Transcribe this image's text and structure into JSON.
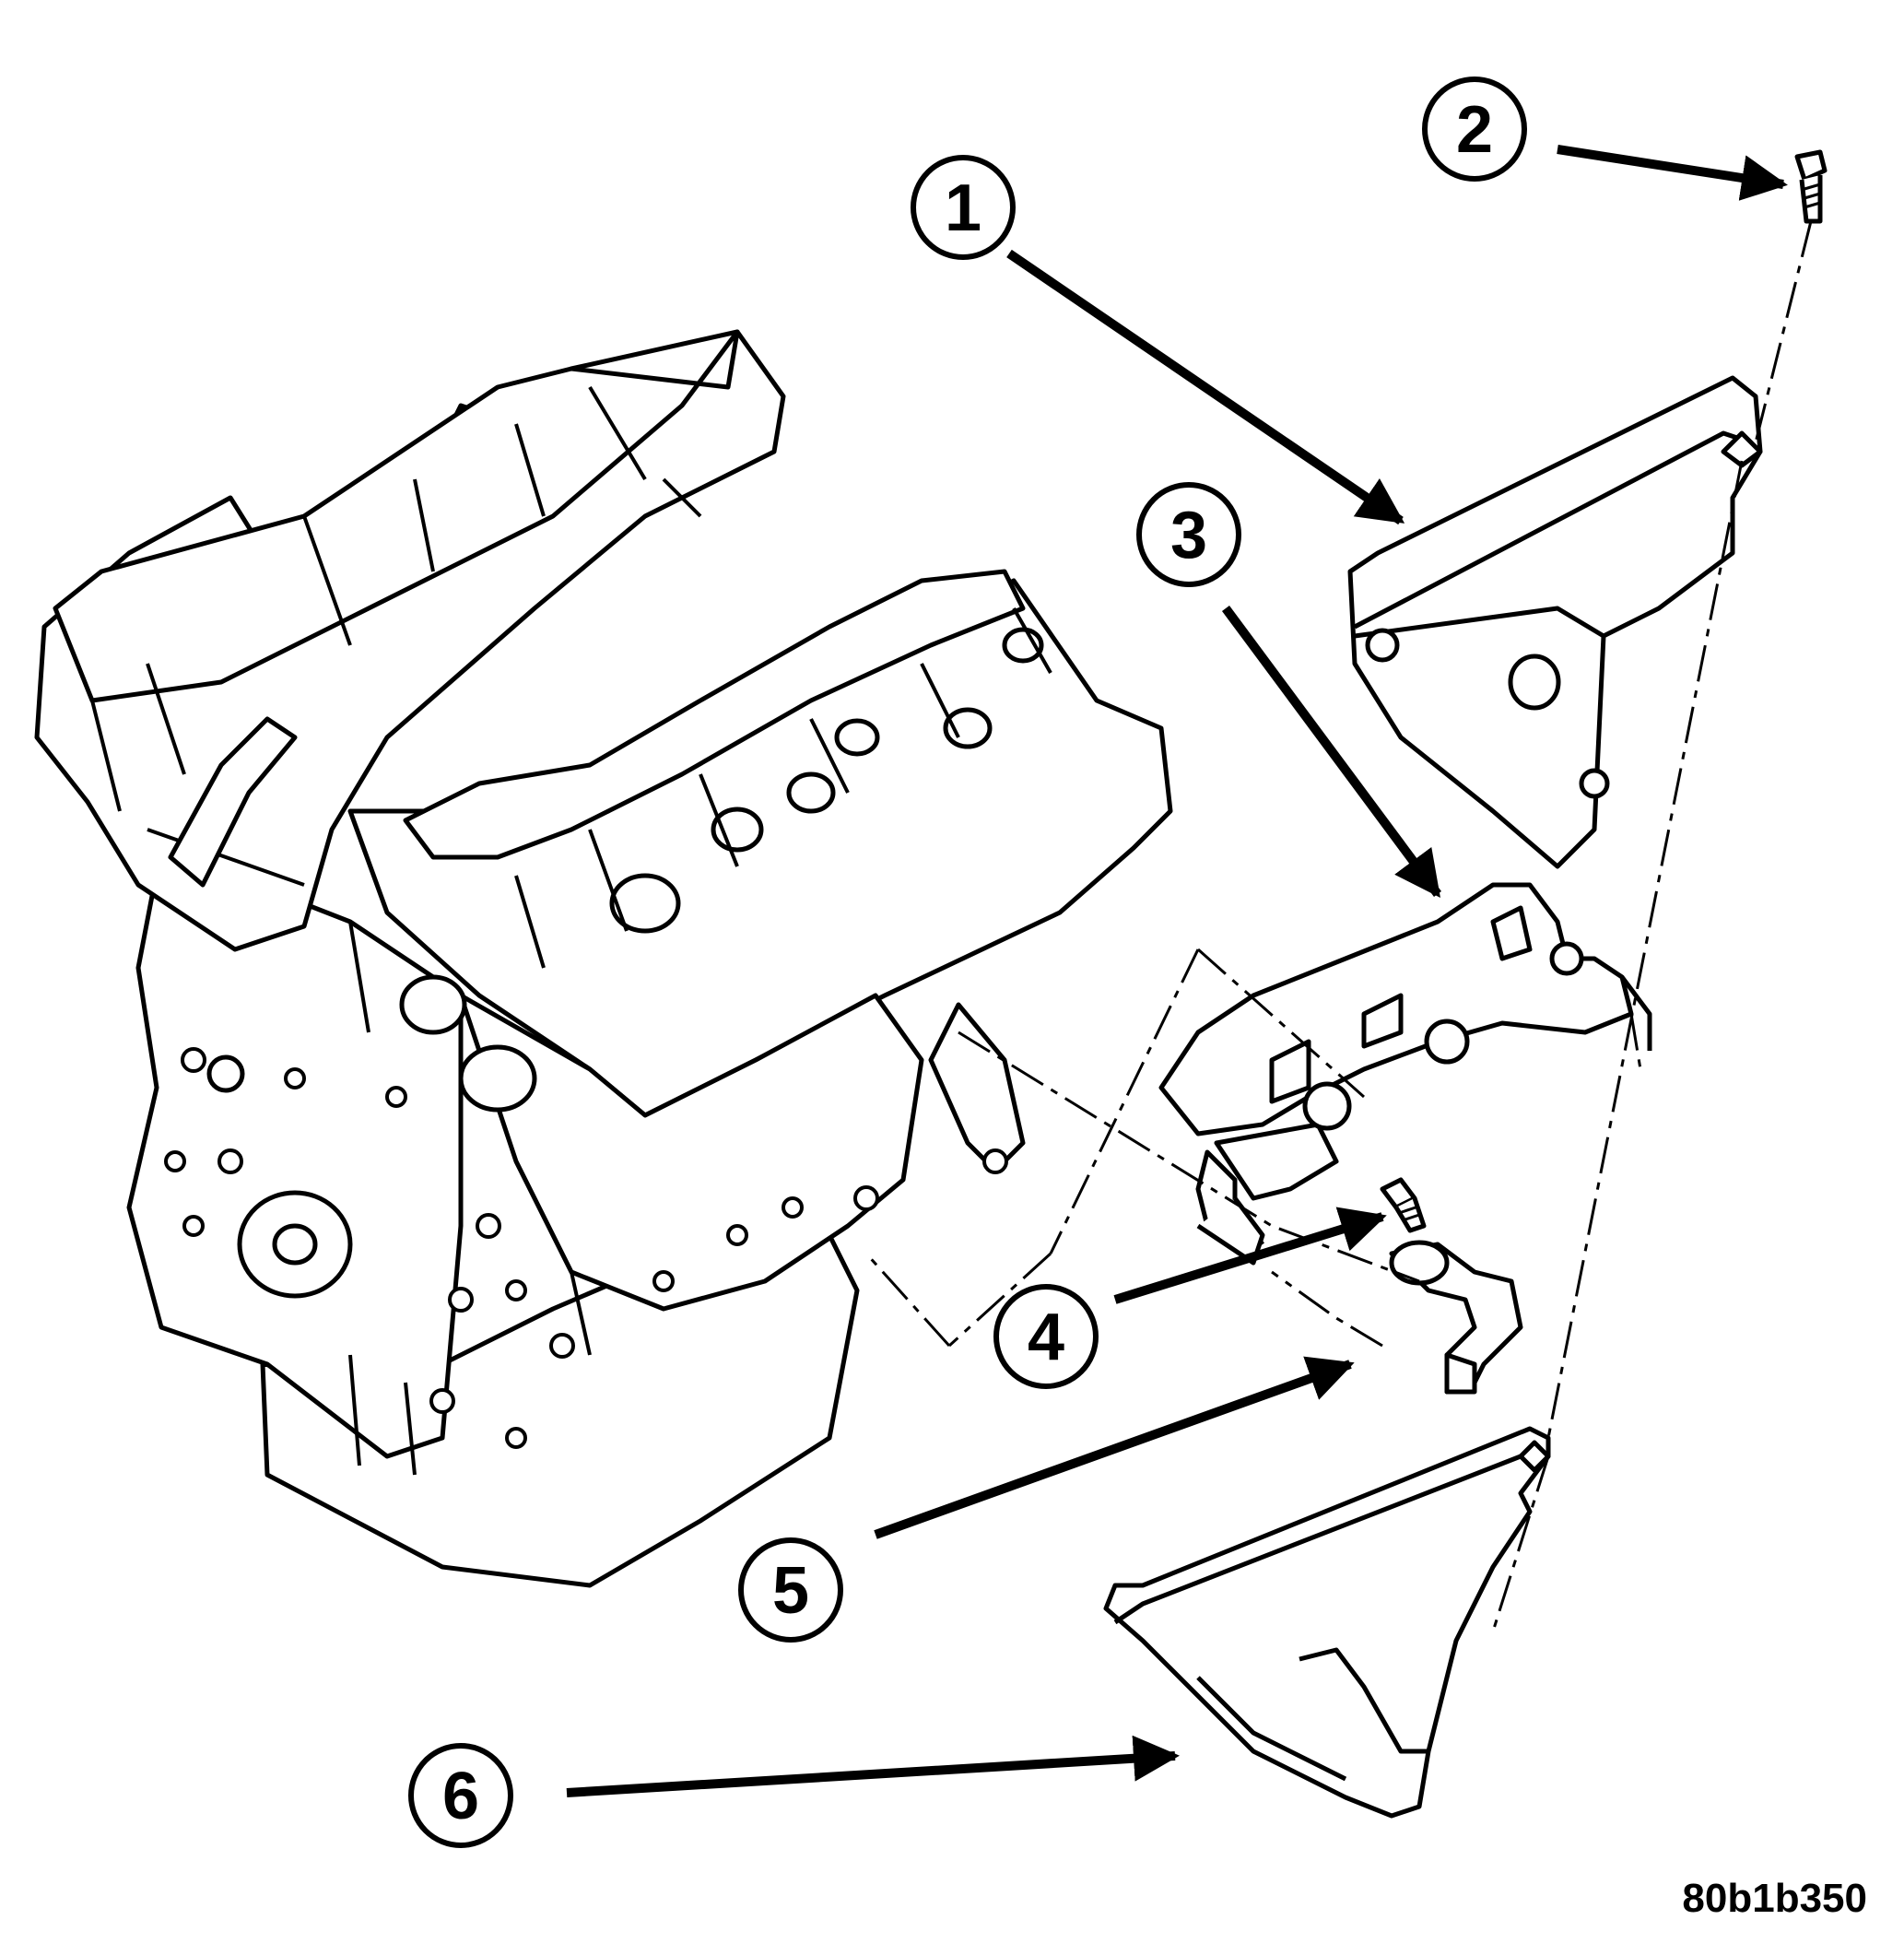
{
  "diagram": {
    "callouts": [
      {
        "label": "1"
      },
      {
        "label": "2"
      },
      {
        "label": "3"
      },
      {
        "label": "4"
      },
      {
        "label": "5"
      },
      {
        "label": "6"
      }
    ],
    "reference_code": "80b1b350",
    "colors": {
      "line": "#000000",
      "background": "#ffffff"
    }
  }
}
